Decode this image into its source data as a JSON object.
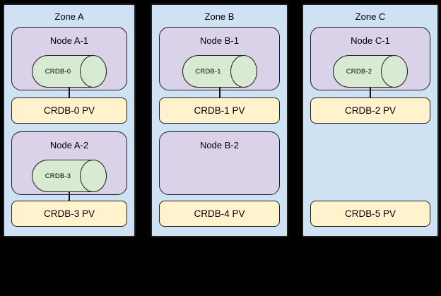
{
  "colors": {
    "background": "#000000",
    "zone-fill": "#cfe2f3",
    "node-fill": "#d9d2e9",
    "disk-fill": "#d9ead3",
    "pv-fill": "#fff2cc",
    "stroke": "#1f1f1f"
  },
  "zones": [
    {
      "label": "Zone A",
      "rows": [
        {
          "node": {
            "label": "Node A-1",
            "disk": "CRDB-0"
          },
          "pv": "CRDB-0 PV",
          "connected": true
        },
        {
          "node": {
            "label": "Node A-2",
            "disk": "CRDB-3"
          },
          "pv": "CRDB-3 PV",
          "connected": true
        }
      ]
    },
    {
      "label": "Zone B",
      "rows": [
        {
          "node": {
            "label": "Node B-1",
            "disk": "CRDB-1"
          },
          "pv": "CRDB-1 PV",
          "connected": true
        },
        {
          "node": {
            "label": "Node B-2",
            "disk": null
          },
          "pv": "CRDB-4 PV",
          "connected": false
        }
      ]
    },
    {
      "label": "Zone C",
      "rows": [
        {
          "node": {
            "label": "Node C-1",
            "disk": "CRDB-2"
          },
          "pv": "CRDB-2 PV",
          "connected": true
        },
        {
          "node": null,
          "pv": "CRDB-5 PV",
          "connected": false
        }
      ]
    }
  ]
}
